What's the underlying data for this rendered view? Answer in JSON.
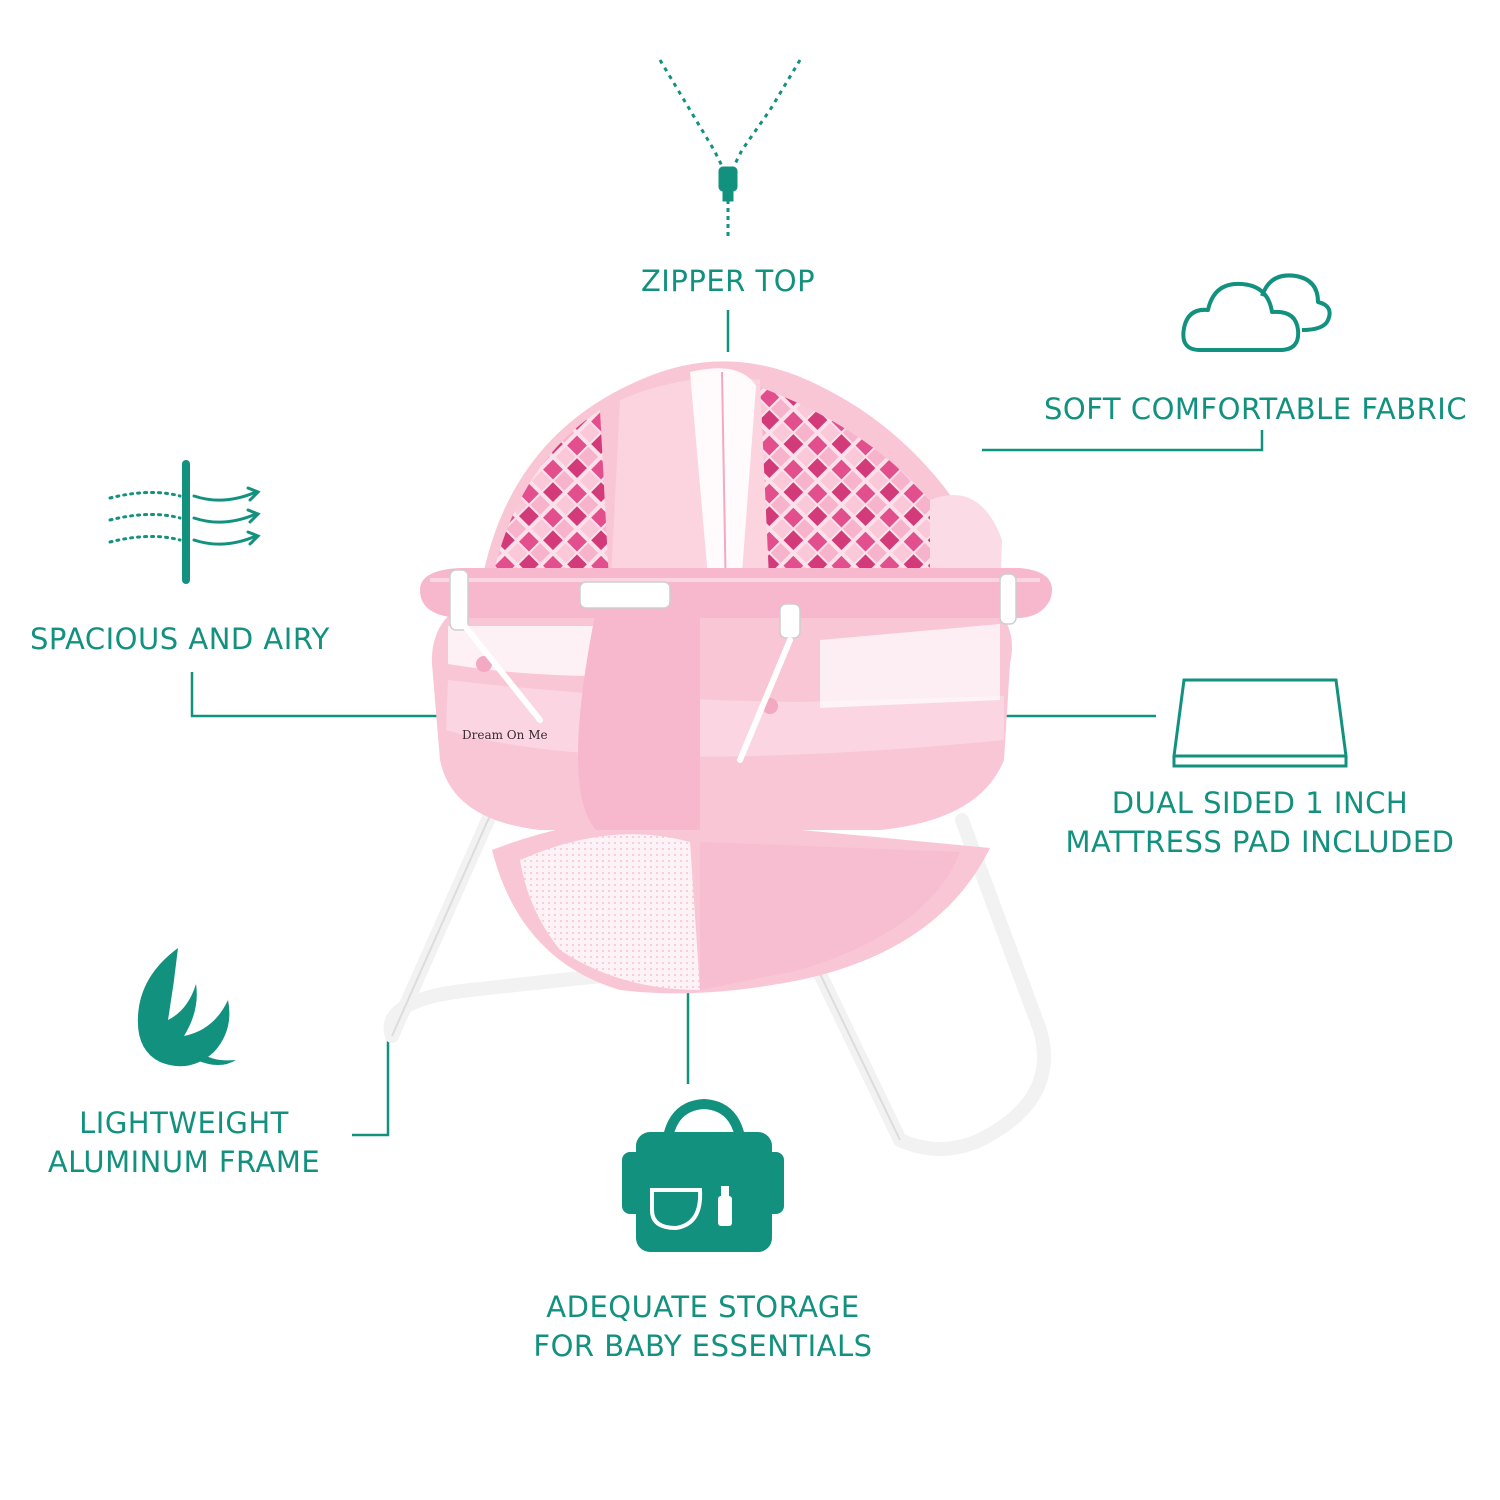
{
  "colors": {
    "accent": "#13917f",
    "bassinet_pink": "#f9c6d6",
    "bassinet_pink_dark": "#f2a9c1",
    "diamond_magenta": "#d23a7a",
    "frame_white": "#ffffff"
  },
  "product": {
    "brand_logo_text": "Dream On Me"
  },
  "features": {
    "zipper_top": {
      "icon": "zipper-icon",
      "label": "ZIPPER TOP"
    },
    "soft_fabric": {
      "icon": "cloud-icon",
      "label": "SOFT COMFORTABLE FABRIC"
    },
    "spacious_airy": {
      "icon": "airflow-icon",
      "label": "SPACIOUS AND AIRY"
    },
    "mattress_pad": {
      "icon": "mattress-icon",
      "line1": "DUAL SIDED 1 INCH",
      "line2": "MATTRESS PAD INCLUDED"
    },
    "lightweight_frame": {
      "icon": "feather-icon",
      "line1": "LIGHTWEIGHT",
      "line2": "ALUMINUM FRAME"
    },
    "storage": {
      "icon": "diaper-bag-icon",
      "line1": "ADEQUATE STORAGE",
      "line2": "FOR BABY ESSENTIALS"
    }
  }
}
